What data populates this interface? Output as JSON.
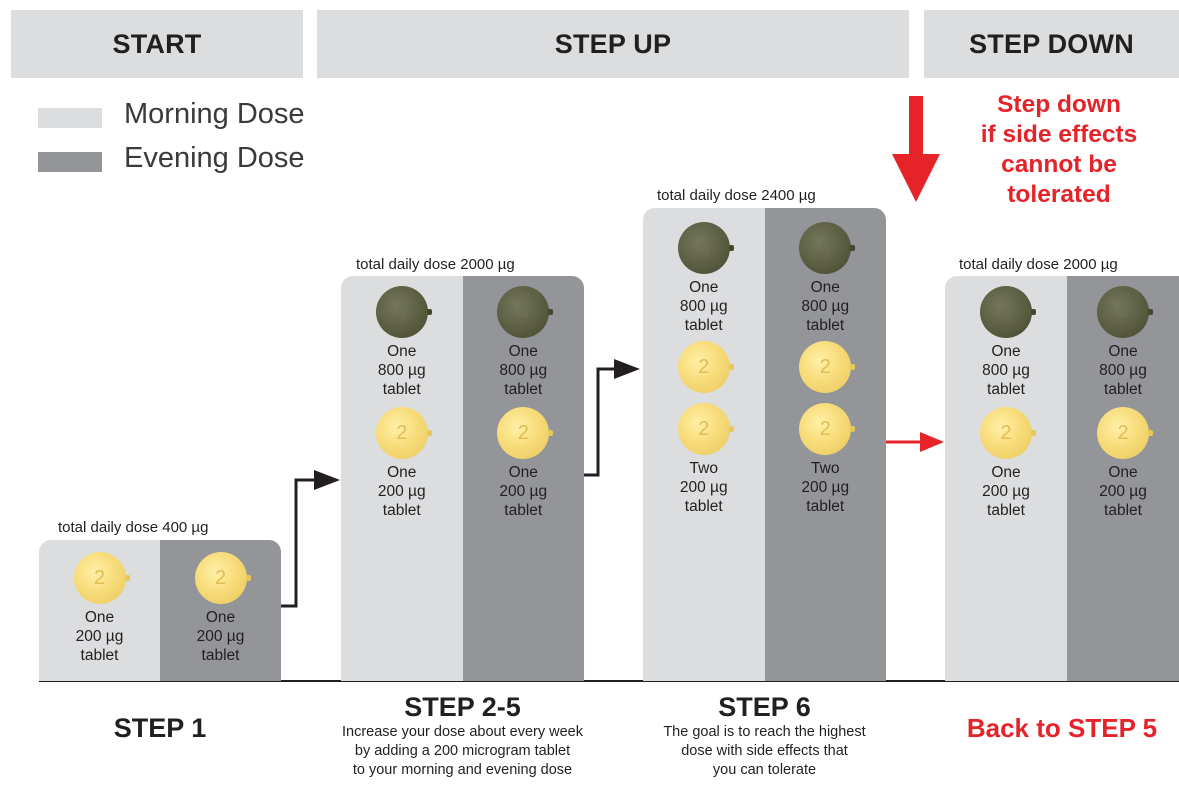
{
  "headers": {
    "start": "START",
    "step_up": "STEP UP",
    "step_down": "STEP DOWN"
  },
  "legend": {
    "morning": "Morning Dose",
    "evening": "Evening Dose"
  },
  "colors": {
    "morning": "#dcdddf",
    "evening": "#939598",
    "warning": "#e52329",
    "yellow_tablet": "#f7dc7a",
    "green_tablet": "#585b40"
  },
  "warning_text": [
    "Step down",
    "if side effects",
    "cannot be",
    "tolerated"
  ],
  "step1": {
    "total": "total daily dose 400 µg",
    "morning": {
      "pill": "2",
      "text": [
        "One",
        "200 µg",
        "tablet"
      ]
    },
    "evening": {
      "pill": "2",
      "text": [
        "One",
        "200 µg",
        "tablet"
      ]
    },
    "title": "STEP 1"
  },
  "step25": {
    "total": "total daily dose 2000 µg",
    "morning": {
      "pill1": "8",
      "text1": [
        "One",
        "800 µg",
        "tablet"
      ],
      "pill2": "2",
      "text2": [
        "One",
        "200 µg",
        "tablet"
      ]
    },
    "evening": {
      "pill1": "8",
      "text1": [
        "One",
        "800 µg",
        "tablet"
      ],
      "pill2": "2",
      "text2": [
        "One",
        "200 µg",
        "tablet"
      ]
    },
    "title": "STEP 2-5",
    "desc": [
      "Increase your dose about every week",
      "by adding a 200 microgram tablet",
      "to your morning and evening dose"
    ]
  },
  "step6": {
    "total": "total daily dose 2400 µg",
    "morning": {
      "pill1": "8",
      "text1": [
        "One",
        "800 µg",
        "tablet"
      ],
      "pill2": "2",
      "pill3": "2",
      "text2": [
        "Two",
        "200 µg",
        "tablet"
      ]
    },
    "evening": {
      "pill1": "8",
      "text1": [
        "One",
        "800 µg",
        "tablet"
      ],
      "pill2": "2",
      "pill3": "2",
      "text2": [
        "Two",
        "200 µg",
        "tablet"
      ]
    },
    "title": "STEP 6",
    "desc": [
      "The goal is to reach the highest",
      "dose with side effects that",
      "you can tolerate"
    ]
  },
  "stepdown": {
    "total": "total daily dose 2000 µg",
    "morning": {
      "pill1": "8",
      "text1": [
        "One",
        "800 µg",
        "tablet"
      ],
      "pill2": "2",
      "text2": [
        "One",
        "200 µg",
        "tablet"
      ]
    },
    "evening": {
      "pill1": "8",
      "text1": [
        "One",
        "800 µg",
        "tablet"
      ],
      "pill2": "2",
      "text2": [
        "One",
        "200 µg",
        "tablet"
      ]
    },
    "title": "Back to STEP 5"
  }
}
